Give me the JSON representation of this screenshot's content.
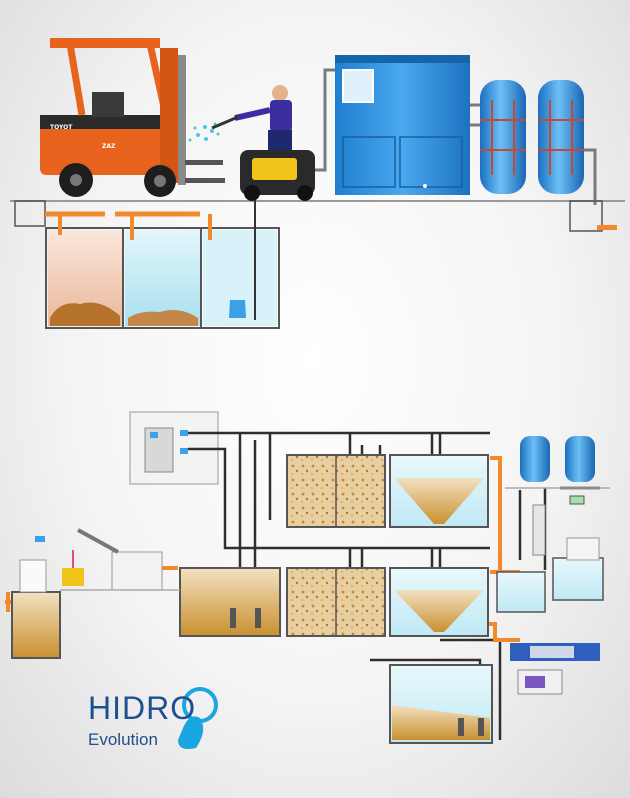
{
  "forklift": {
    "brand_text": "TOYOT",
    "badge_text": "ZAZ"
  },
  "logo": {
    "main": "HIDRO",
    "sub": "Evolution"
  },
  "colors": {
    "orange": "#e8631d",
    "pipe_orange": "#f08a2a",
    "blue_cabinet": "#2a8fe0",
    "tank_blue": "#3aa0e8",
    "water": "#bfe9f5",
    "sludge": "#b5722b",
    "dark_pipe": "#3a3a3a",
    "logo_blue": "#1e4f8f",
    "logo_cyan": "#1aa6e0"
  }
}
